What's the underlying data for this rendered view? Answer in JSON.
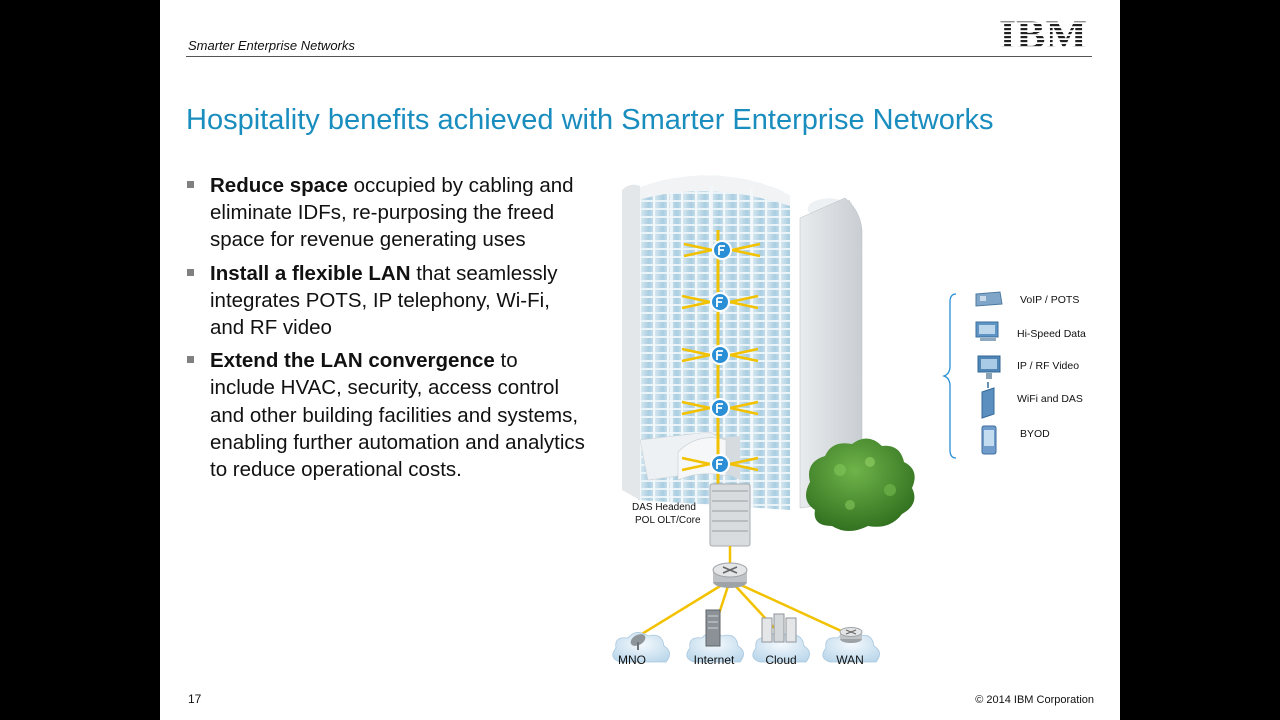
{
  "header": {
    "section_title": "Smarter Enterprise Networks",
    "logo_text": "IBM"
  },
  "title": "Hospitality benefits achieved with Smarter Enterprise Networks",
  "bullets": [
    {
      "bold": "Reduce space",
      "rest": " occupied by cabling and eliminate IDFs, re-purposing the freed space for revenue generating uses"
    },
    {
      "bold": "Install a flexible LAN",
      "rest": " that seamlessly integrates POTS, IP telephony, Wi-Fi, and RF video"
    },
    {
      "bold": "Extend the LAN convergence",
      "rest": " to include HVAC, security, access control and other building facilities and systems, enabling further automation and analytics to reduce operational costs."
    }
  ],
  "diagram": {
    "headend_label_1": "DAS Headend",
    "headend_label_2": "POL OLT/Core",
    "services": [
      "VoIP / POTS",
      "Hi-Speed Data",
      "IP / RF Video",
      "WiFi and DAS",
      "BYOD"
    ],
    "clouds": [
      "MNO",
      "Internet",
      "Cloud",
      "WAN"
    ],
    "colors": {
      "fiber": "#f2c200",
      "node": "#2a8fd6",
      "tree": "#3f8f2a"
    }
  },
  "footer": {
    "page_number": "17",
    "copyright": "© 2014 IBM Corporation"
  }
}
